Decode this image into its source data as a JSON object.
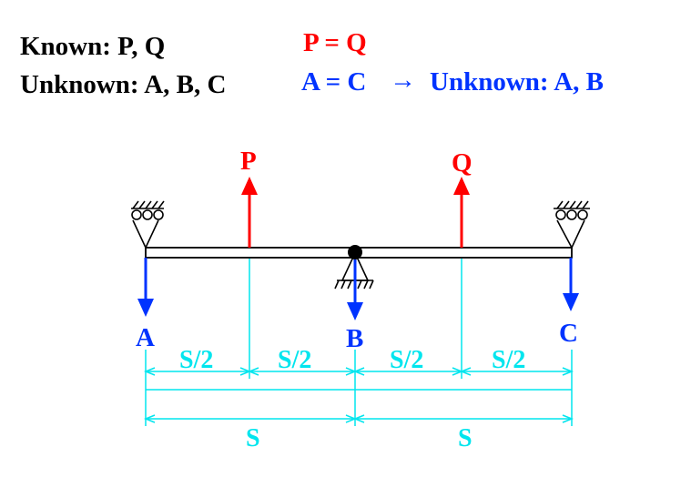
{
  "header": {
    "known": "Known: P, Q",
    "unknown": "Unknown: A, B, C",
    "equality_1": "P = Q",
    "equality_2": "A = C",
    "arrow_glyph": "→",
    "result": "Unknown: A, B"
  },
  "loads": {
    "p_label": "P",
    "q_label": "Q"
  },
  "reactions": {
    "a_label": "A",
    "b_label": "B",
    "c_label": "C"
  },
  "dimensions": {
    "half_span_label": "S/2",
    "span_label": "S"
  },
  "colors": {
    "text": "#000000",
    "load": "#ff0000",
    "reaction": "#0033ff",
    "dimension": "#00e5ee",
    "beam": "#000000"
  }
}
